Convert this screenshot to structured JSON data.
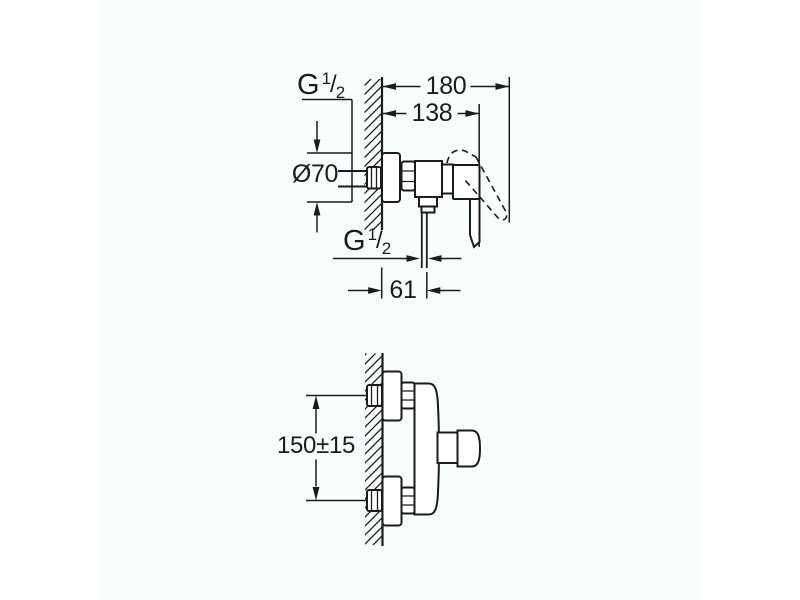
{
  "page": {
    "background": "#ffffff",
    "panel_tint": "#f8fdfd",
    "line_color": "#1b1b1b",
    "description_not_rendered": ""
  },
  "side_view": {
    "thread_top": {
      "prefix": "G",
      "sup": "1",
      "slash": "/",
      "sub": "2"
    },
    "thread_bottom": {
      "prefix": "G",
      "sup": "1",
      "slash": "/",
      "sub": "2"
    },
    "dim_total_depth": "180",
    "dim_body_depth": "138",
    "dim_escutcheon_dia": "Ø70",
    "dim_outlet_offset": "61"
  },
  "plan_view": {
    "dim_mounting_distance": "150±15"
  }
}
